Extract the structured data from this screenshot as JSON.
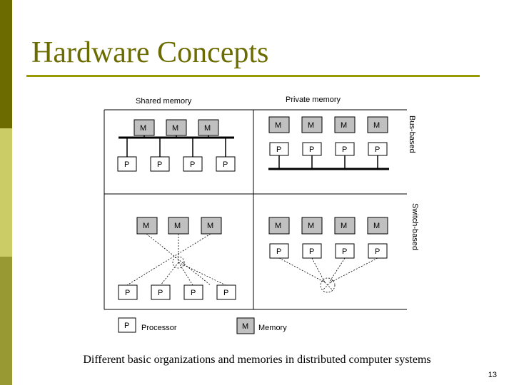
{
  "slide": {
    "title": "Hardware Concepts",
    "caption": "Different basic organizations and memories in distributed computer systems",
    "page_number": "13"
  },
  "diagram": {
    "col_headers": {
      "shared": "Shared memory",
      "private": "Private memory"
    },
    "row_headers": {
      "bus": "Bus-based",
      "switch": "Switch-based"
    },
    "memory_label": "M",
    "processor_label": "P",
    "legend": {
      "processor": "Processor",
      "memory": "Memory"
    }
  },
  "colors": {
    "accent": "#6b6b00",
    "rule": "#999900",
    "memory_fill": "#c0c0c0"
  }
}
